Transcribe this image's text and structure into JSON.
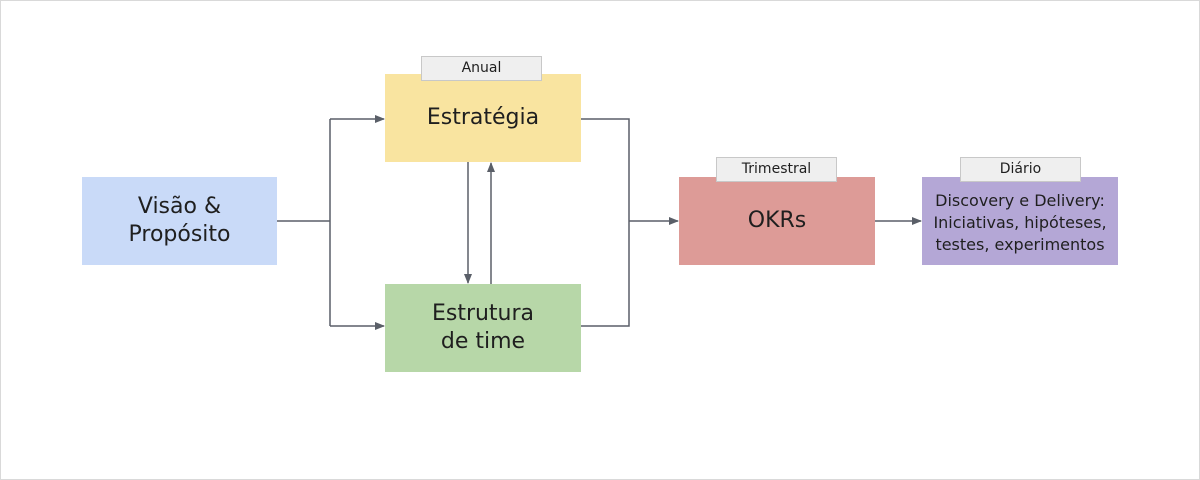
{
  "nodes": {
    "vision": {
      "label": "Visão &\nPropósito",
      "color": "#c9daf8"
    },
    "strategy": {
      "label": "Estratégia",
      "color": "#f9e4a0",
      "tag": "Anual"
    },
    "team": {
      "label": "Estrutura\nde time",
      "color": "#b7d7a8"
    },
    "okrs": {
      "label": "OKRs",
      "color": "#dd9b97",
      "tag": "Trimestral"
    },
    "discovery": {
      "label": "Discovery e Delivery:\nIniciativas, hipóteses,\ntestes, experimentos",
      "color": "#b4a7d6",
      "tag": "Diário"
    }
  },
  "edge_color": "#5a5f68"
}
